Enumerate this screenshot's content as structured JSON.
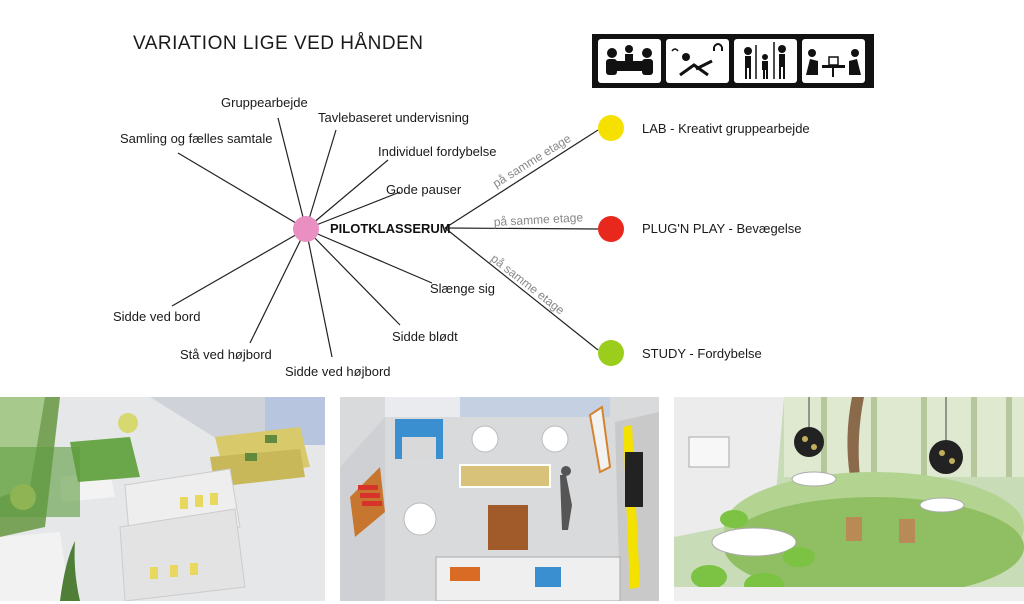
{
  "title": "VARIATION LIGE VED HÅNDEN",
  "icons": [
    "group-meeting-icon",
    "reading-relax-icon",
    "standing-people-icon",
    "video-call-icon"
  ],
  "colors": {
    "hub": "#e98fc1",
    "lab": "#f5e000",
    "plug": "#e8281c",
    "study": "#9acd1c"
  },
  "hub_label": "PILOTKLASSERUM",
  "activities": {
    "gruppearbejde": "Gruppearbejde",
    "tavle": "Tavlebaseret undervisning",
    "samling": "Samling og fælles samtale",
    "individuel": "Individuel fordybelse",
    "pauser": "Gode pauser",
    "slaenge": "Slænge sig",
    "bloedt": "Sidde blødt",
    "bord": "Sidde ved bord",
    "staa": "Stå ved højbord",
    "hoejbord": "Sidde ved højbord"
  },
  "connections": {
    "lab_edge": "på samme etage",
    "plug_edge": "på samme etage",
    "study_edge": "på samme etage"
  },
  "rooms": {
    "lab": "LAB - Kreativt gruppearbejde",
    "plug": "PLUG'N PLAY - Bevægelse",
    "study": "STUDY - Fordybelse"
  }
}
